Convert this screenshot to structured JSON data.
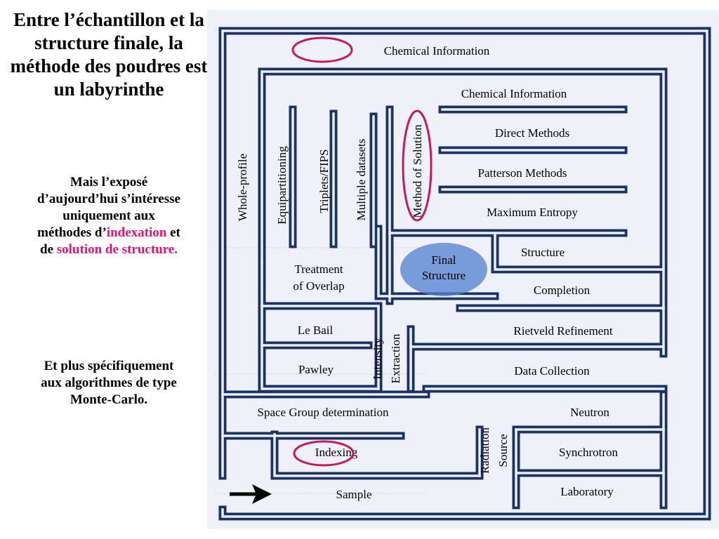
{
  "title": "Entre l’échantillon et la structure finale, la méthode des poudres est un labyrinthe",
  "para1": {
    "before": "Mais l’exposé d’aujourd’hui s’intéresse uniquement aux méthodes d’",
    "highlight1": "indexation",
    "middle": " et de ",
    "highlight2": "solution de structure.",
    "highlight_color": "#e2127a"
  },
  "para2": "Et plus spécifiquement aux algorithmes de type Monte-Carlo.",
  "maze": {
    "colors": {
      "wall": "#1d3163",
      "wall_highlight": "#eaf0ff",
      "circle": "#c4195f",
      "blob": "#4f7fcf"
    },
    "labels": {
      "chemical_information_top": "Chemical Information",
      "chemical_information": "Chemical Information",
      "direct_methods": "Direct Methods",
      "patterson_methods": "Patterson Methods",
      "maximum_entropy": "Maximum Entropy",
      "method_of_solution": "Method of Solution",
      "multiple_datasets": "Multiple datasets",
      "triplets_fips": "Triplets/FIPS",
      "equipartitioning": "Equipartitioning",
      "whole_profile": "Whole-profile",
      "treatment_line1": "Treatment",
      "treatment_line2": "of Overlap",
      "final_line1": "Final",
      "final_line2": "Structure",
      "structure": "Structure",
      "completion": "Completion",
      "rietveld_refinement": "Rietveld Refinement",
      "le_bail": "Le Bail",
      "pawley": "Pawley",
      "intensity": "Intensity",
      "extraction": "Extraction",
      "data_collection": "Data Collection",
      "space_group_determination": "Space Group determination",
      "neutron": "Neutron",
      "indexing": "Indexing",
      "radiation": "Radiation",
      "source": "Source",
      "synchrotron": "Synchrotron",
      "sample": "Sample",
      "laboratory": "Laboratory"
    }
  }
}
